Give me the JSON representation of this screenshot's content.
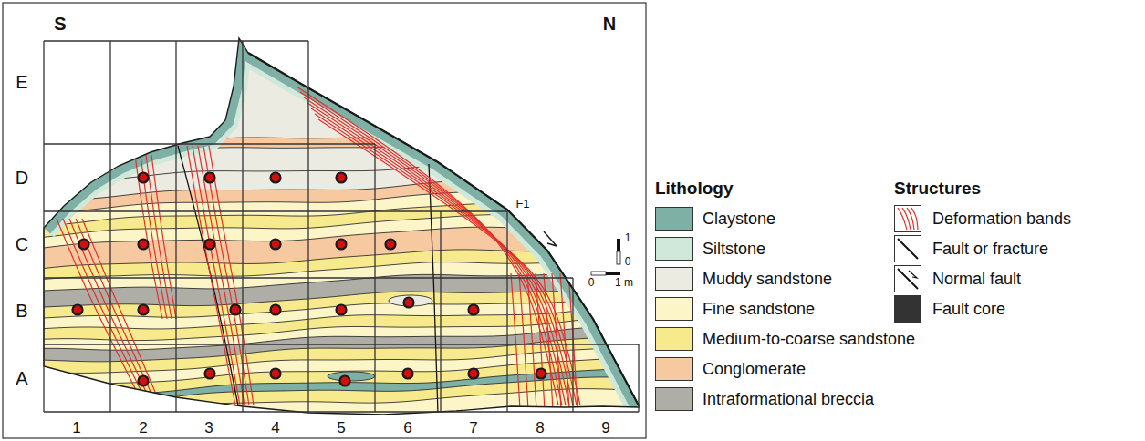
{
  "diagram": {
    "labels": [
      "S",
      "N",
      "E",
      "D",
      "C",
      "B",
      "A",
      "1",
      "2",
      "3",
      "4",
      "5",
      "6",
      "7",
      "8",
      "9",
      "F1",
      "1",
      "0",
      "0",
      "1 m",
      "Lithology",
      "Structures"
    ],
    "legend": [
      {
        "text": "Claystone",
        "color": "#7fb0a6"
      },
      {
        "text": "Siltstone",
        "color": "#cfe8da"
      },
      {
        "text": "Muddy sandstone",
        "color": "#ecebe2"
      },
      {
        "text": "Fine sandstone",
        "color": "#fbf5c8"
      },
      {
        "text": "Medium-to-coarse sandstone",
        "color": "#f7ea8c"
      },
      {
        "text": "Conglomerate",
        "color": "#f7c9a1"
      },
      {
        "text": "Intraformational breccia",
        "color": "#aeada6"
      },
      {
        "text": "Deformation bands"
      },
      {
        "text": "Fault or fracture"
      },
      {
        "text": "Normal fault"
      },
      {
        "text": "Fault core",
        "color": "#333333"
      }
    ]
  }
}
